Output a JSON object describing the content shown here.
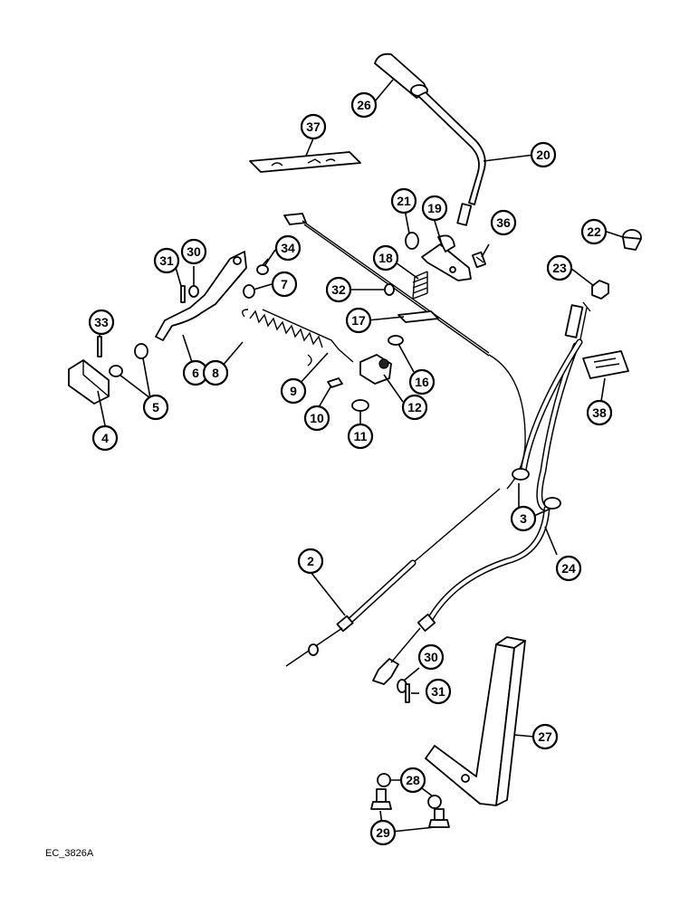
{
  "callouts": [
    {
      "label": "2"
    },
    {
      "label": "3"
    },
    {
      "label": "4"
    },
    {
      "label": "5"
    },
    {
      "label": "6"
    },
    {
      "label": "7"
    },
    {
      "label": "8"
    },
    {
      "label": "9"
    },
    {
      "label": "10"
    },
    {
      "label": "11"
    },
    {
      "label": "12"
    },
    {
      "label": "16"
    },
    {
      "label": "17"
    },
    {
      "label": "18"
    },
    {
      "label": "19"
    },
    {
      "label": "20"
    },
    {
      "label": "21"
    },
    {
      "label": "22"
    },
    {
      "label": "23"
    },
    {
      "label": "24"
    },
    {
      "label": "26"
    },
    {
      "label": "27"
    },
    {
      "label": "28"
    },
    {
      "label": "29"
    },
    {
      "label": "30"
    },
    {
      "label": "31"
    },
    {
      "label": "32"
    },
    {
      "label": "33"
    },
    {
      "label": "34"
    },
    {
      "label": "36"
    },
    {
      "label": "37"
    },
    {
      "label": "38"
    },
    {
      "label": "30"
    },
    {
      "label": "31"
    }
  ],
  "reference_code": "EC_3826A"
}
